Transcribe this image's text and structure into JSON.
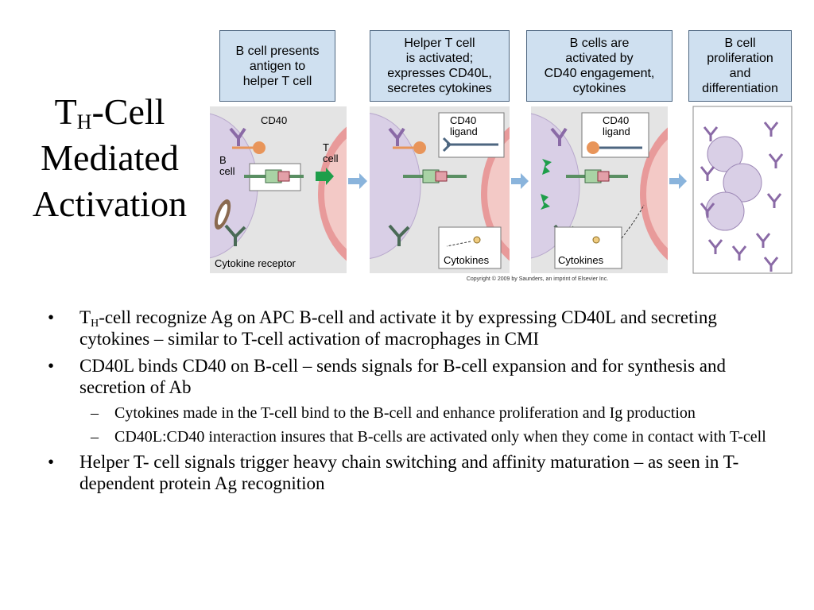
{
  "title": {
    "part1": "T",
    "subscript": "H",
    "part2": "-Cell",
    "line2": "Mediated",
    "line3": "Activation"
  },
  "figure": {
    "captions": [
      "B cell presents\nantigen to\nhelper T cell",
      "Helper T cell\nis activated;\nexpresses CD40L,\nsecretes cytokines",
      "B cells are\nactivated by\nCD40 engagement,\ncytokines",
      "B cell\nproliferation\nand\ndifferentiation"
    ],
    "labels": {
      "cd40": "CD40",
      "b_cell_line1": "B",
      "b_cell_line2": "cell",
      "t_cell_line1": "T",
      "t_cell_line2": "cell",
      "cytokine_receptor": "Cytokine receptor",
      "cd40_ligand_line1": "CD40",
      "cd40_ligand_line2": "ligand",
      "cd40_ligand2_line1": "CD40",
      "cd40_ligand2_line2": "ligand",
      "cytokines_1": "Cytokines",
      "cytokines_2": "Cytokines"
    },
    "copyright": "Copyright © 2009 by Saunders, an imprint of Elsevier Inc."
  },
  "bullets": {
    "b1_pre": "T",
    "b1_sub": "H",
    "b1_rest": "-cell recognize Ag on APC B-cell and activate it by expressing CD40L and secreting cytokines – similar to T-cell activation of macrophages in CMI",
    "b2": "CD40L binds CD40 on B-cell – sends signals for B-cell expansion and for synthesis and secretion of Ab",
    "b2_sub1": "Cytokines made in the T-cell bind to the B-cell and enhance proliferation and Ig production",
    "b2_sub2": "CD40L:CD40 interaction insures that B-cells are activated only when they come in contact with T-cell",
    "b3": "Helper T- cell signals trigger heavy chain switching and affinity maturation – as seen in T-dependent protein Ag recognition",
    "bullet_char": "•",
    "dash_char": "–"
  },
  "colors": {
    "caption_bg": "#cfe0f0",
    "b_cell": "#d9cfe6",
    "t_cell": "#e89a9a",
    "cd40": "#e8955a",
    "arrow_green": "#1e9e4a",
    "arrow_blue": "#8ab4dc"
  }
}
